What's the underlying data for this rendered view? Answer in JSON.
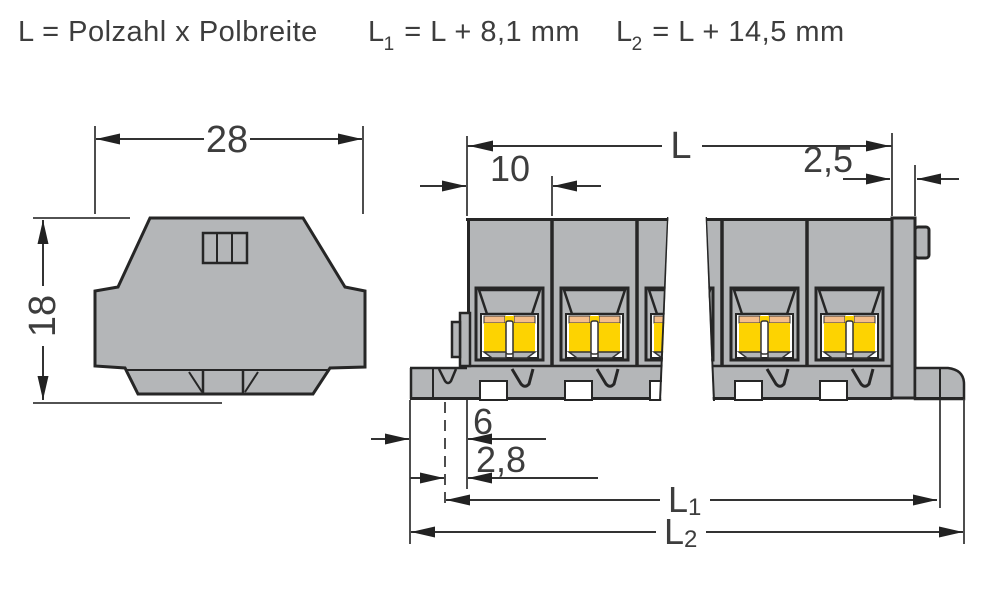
{
  "title_formulas": {
    "pole_formula": "L = Polzahl x Polbreite",
    "l1_base": "L",
    "l1_sub": "1",
    "l1_rest": "= L + 8,1 mm",
    "l2_base": "L",
    "l2_sub": "2",
    "l2_rest": "= L + 14,5 mm"
  },
  "side_view": {
    "width_dim": "28",
    "height_dim": "18"
  },
  "front_view": {
    "length_dim": "L",
    "pitch_dim": "10",
    "end_section_dim": "2,5",
    "foot_edge_dim": "6",
    "hole_offset_dim": "2,8",
    "l1_base": "L",
    "l1_sub": "1",
    "l2_base": "L",
    "l2_sub": "2"
  },
  "colors": {
    "body_gray": "#b4b6b8",
    "clamp_yellow": "#fdd301",
    "clamp_orange": "#f4bd8a",
    "line_dark": "#262626",
    "text_color": "#3d3d3d",
    "background": "#ffffff"
  }
}
